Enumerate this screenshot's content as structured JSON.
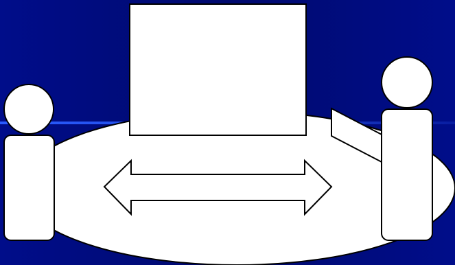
{
  "colors": {
    "background": "#000a6e",
    "background_edge": "#000d8a",
    "divider_line": "#2a5cff",
    "shape_fill": "#ffffff",
    "shape_stroke": "#000000"
  },
  "diagram": {
    "elements": [
      "oval-table",
      "projection-screen",
      "double-headed-arrow",
      "person-left",
      "person-right",
      "laptop-screen"
    ]
  }
}
